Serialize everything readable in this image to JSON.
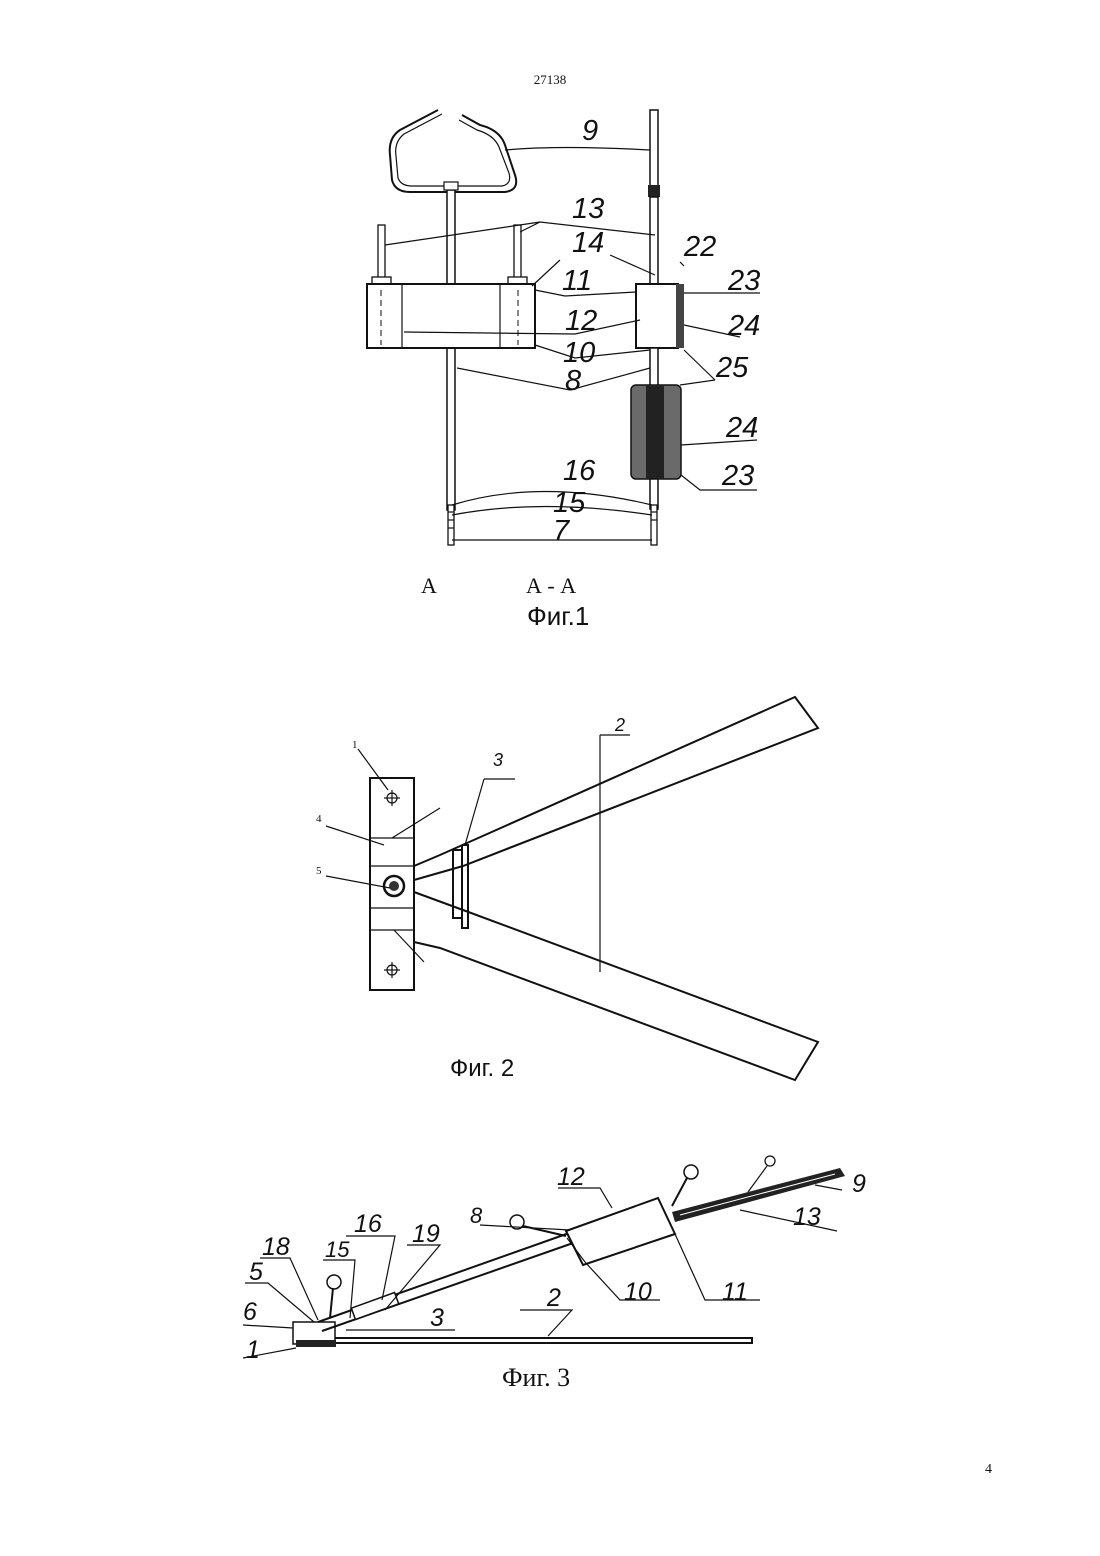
{
  "header": {
    "doc_number": "27138"
  },
  "footer": {
    "page_number": "4"
  },
  "fig1": {
    "caption": "Фиг.1",
    "section_left": "А",
    "section_right": "А - А",
    "labels": {
      "l9": "9",
      "l13": "13",
      "l14": "14",
      "l22": "22",
      "l11": "11",
      "l23a": "23",
      "l12": "12",
      "l24a": "24",
      "l10": "10",
      "l25": "25",
      "l8": "8",
      "l24b": "24",
      "l23b": "23",
      "l16": "16",
      "l15": "15",
      "l7": "7"
    }
  },
  "fig2": {
    "caption": "Фиг. 2",
    "labels": {
      "l1": "1",
      "l2": "2",
      "l3": "3",
      "l4": "4",
      "l5": "5"
    }
  },
  "fig3": {
    "caption": "Фиг. 3",
    "labels": {
      "l12": "12",
      "l9": "9",
      "l13": "13",
      "l8": "8",
      "l16": "16",
      "l19": "19",
      "l18": "18",
      "l15": "15",
      "l5": "5",
      "l6": "6",
      "l3": "3",
      "l2": "2",
      "l1": "1",
      "l10": "10",
      "l11": "11"
    }
  }
}
